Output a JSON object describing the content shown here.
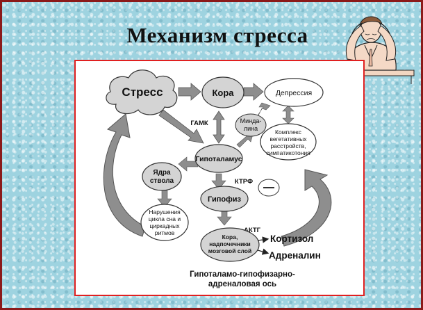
{
  "title": "Механизм стресса",
  "nodes": {
    "stress": "Стресс",
    "cortex": "Кора",
    "depression": "Депрессия",
    "amygdala_1": "Минда-",
    "amygdala_2": "лина",
    "complex_1": "Комплекс",
    "complex_2": "вегетативных",
    "complex_3": "расстройств,",
    "complex_4": "симпатикотония",
    "hypothalamus": "Гипоталамус",
    "brainstem_1": "Ядра",
    "brainstem_2": "ствола",
    "pituitary": "Гипофиз",
    "sleep_1": "Нарушения",
    "sleep_2": "цикла сна и",
    "sleep_3": "циркадных",
    "sleep_4": "ритмов",
    "adrenal_1": "Кора,",
    "adrenal_2": "надпочечники",
    "adrenal_3": "мозговой слой"
  },
  "labels": {
    "gaba": "ГАМК",
    "crf": "КТРФ",
    "acth": "АКТГ",
    "cortisol": "Кортизол",
    "adrenaline": "Адреналин",
    "axis_1": "Гипоталамо-гипофизарно-",
    "axis_2": "адреналовая ось"
  },
  "colors": {
    "node_fill": "#d4d4d4",
    "arrow_fill": "#8e8e8e",
    "panel_border": "#e02020",
    "slide_border": "#8b1a1a"
  }
}
